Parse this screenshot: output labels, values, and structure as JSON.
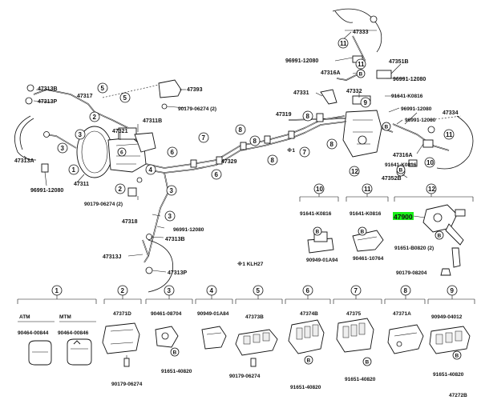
{
  "labels": {
    "p47333": "47333",
    "p96991a": "96991-12080",
    "p47351B": "47351B",
    "p47316A_top": "47316A",
    "p96991b": "96991-12080",
    "p47313B": "47313B",
    "p47313P": "47313P",
    "p47317": "47317",
    "p47393": "47393",
    "p90179a": "90179-06274 (2)",
    "p47331": "47331",
    "p47332": "47332",
    "p91641a": "91641-K0816",
    "p96991c": "96991-12080",
    "p47334": "47334",
    "p47311B": "47311B",
    "p47321": "47321",
    "p47319": "47319",
    "p96991d": "96991-12080",
    "p47316A_r": "47316A",
    "p47313A": "47313A",
    "p47311": "47311",
    "p47329": "47329",
    "p91641b": "91641-K0816",
    "p47352B": "47352B",
    "p96991e": "96991-12080",
    "p90179b": "90179-06274 (2)",
    "p47318": "47318",
    "p96991f": "96991-12080",
    "p47313B_b": "47313B",
    "p47313J": "47313J",
    "p47313P_b": "47313P",
    "klh_note": "※1 KLH27",
    "star1": "※1",
    "p91641_10": "91641-K0816",
    "p90949_10": "90949-01A94",
    "p91641_11": "91641-K0816",
    "p90461_11": "90461-10764",
    "p47900": "47900",
    "p91651_12": "91651-B0820 (2)",
    "p90179_12": "90179-08204",
    "atm": "ATM",
    "mtm": "MTM",
    "p90464a": "90464-00844",
    "p90464b": "90464-00846",
    "p47371D": "47371D",
    "p90179_2": "90179-06274",
    "p90461_3": "90461-08704",
    "p91651_3": "91651-40820",
    "p90949_4": "90949-01A84",
    "p47373B": "47373B",
    "p90179_5": "90179-06274",
    "p47374B": "47374B",
    "p91651_6": "91651-40820",
    "p47375": "47375",
    "p91651_7": "91651-40820",
    "p47371A": "47371A",
    "p90949_9": "90949-04012",
    "p91651_9": "91651-40820",
    "figure_code": "47272B"
  },
  "callouts": {
    "n1": "1",
    "n2": "2",
    "n3": "3",
    "n4": "4",
    "n5": "5",
    "n6": "6",
    "n7": "7",
    "n8": "8",
    "n9": "9",
    "n10": "10",
    "n11": "11",
    "n12": "12",
    "b": "B"
  },
  "colors": {
    "highlight": "#19f019",
    "ink": "#111111"
  }
}
